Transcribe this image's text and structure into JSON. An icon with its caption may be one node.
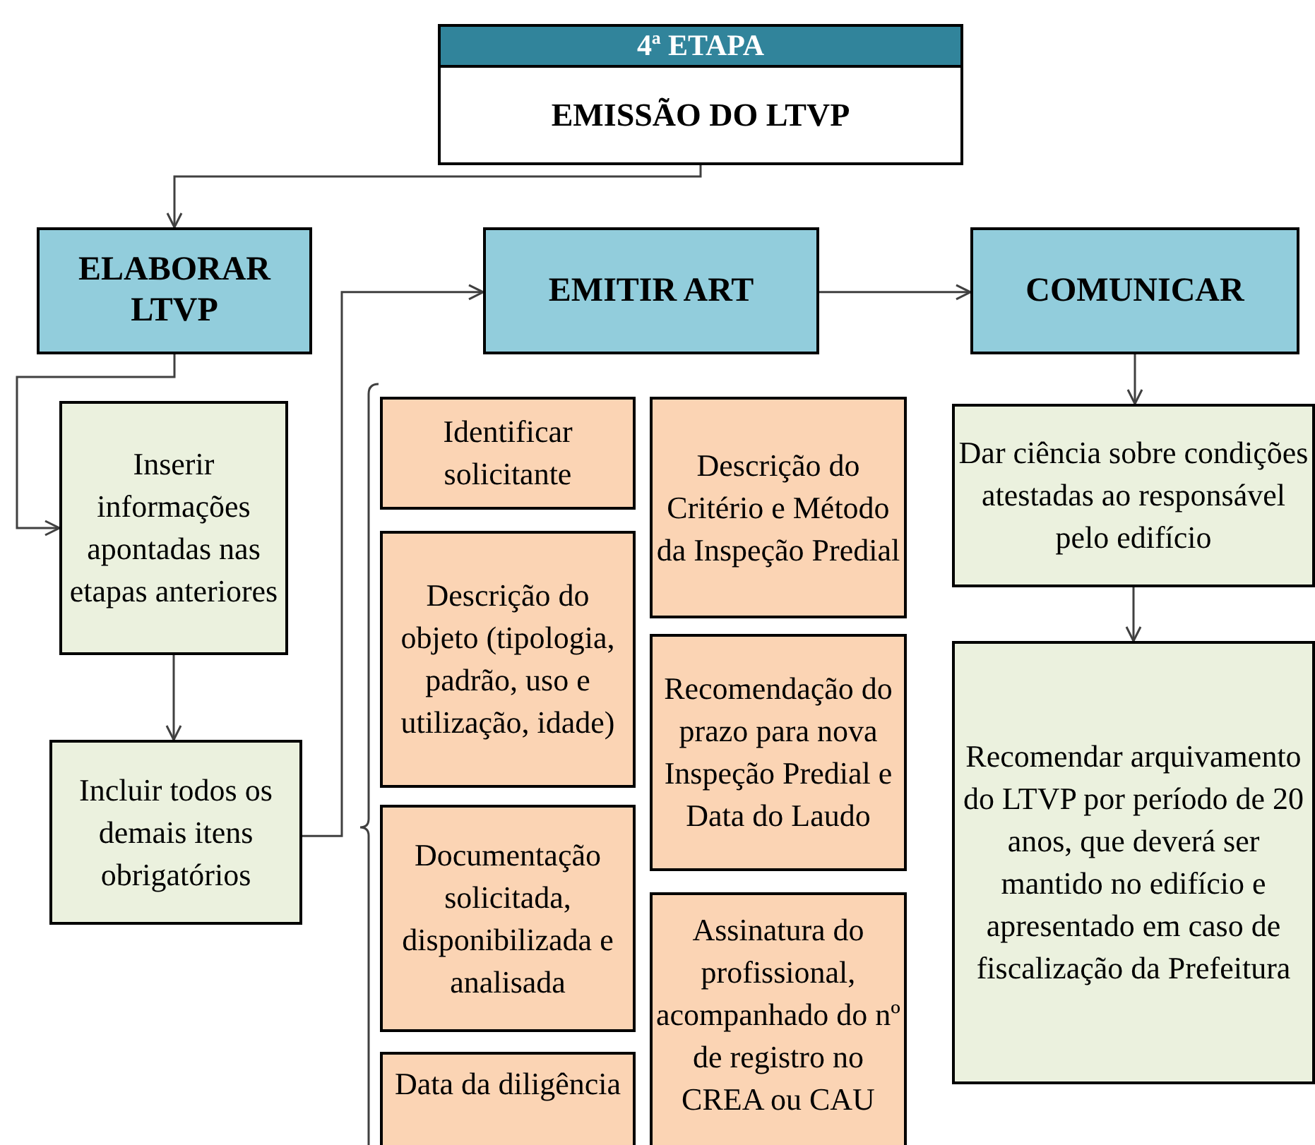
{
  "diagram": {
    "nodes": [
      {
        "text": [
          "4ª ETAPA",
          "EMISSÃO DO LTVP"
        ]
      },
      {
        "text": [
          "ELABORAR LTVP"
        ]
      },
      {
        "text": [
          "EMITIR ART"
        ]
      },
      {
        "text": [
          "COMUNICAR"
        ]
      },
      {
        "text": [
          "Inserir informações apontadas nas etapas anteriores"
        ]
      },
      {
        "text": [
          "Incluir todos os demais itens obrigatórios"
        ]
      },
      {
        "text": [
          "Identificar solicitante"
        ]
      },
      {
        "text": [
          "Descrição do objeto (tipologia, padrão, uso e utilização, idade)"
        ]
      },
      {
        "text": [
          "Documentação solicitada, disponibilizada e analisada"
        ]
      },
      {
        "text": [
          "Data da diligência"
        ]
      },
      {
        "text": [
          "Descrição do Critério e Método da Inspeção Predial"
        ]
      },
      {
        "text": [
          "Recomendação do prazo para nova Inspeção Predial e Data do Laudo"
        ]
      },
      {
        "text": [
          "Assinatura do profissional, acompanhado do nº de registro no CREA ou CAU"
        ]
      },
      {
        "text": [
          "Dar ciência sobre condições atestadas ao responsável pelo edifício"
        ]
      },
      {
        "text": [
          "Recomendar arquivamento do LTVP por período de 20 anos, que deverá ser mantido no edifício e apresentado em caso de fiscalização da Prefeitura"
        ]
      }
    ],
    "edges": [
      {
        "from": 0,
        "to": 1,
        "arrow": "to"
      },
      {
        "from": 1,
        "to": 4,
        "arrow": "to"
      },
      {
        "from": 4,
        "to": 5,
        "arrow": "to"
      },
      {
        "from": 5,
        "to": 2,
        "arrow": "to"
      },
      {
        "from": 2,
        "to": 3,
        "arrow": "to"
      },
      {
        "from": 3,
        "to": 13,
        "arrow": "to"
      },
      {
        "from": 13,
        "to": 14,
        "arrow": "to"
      }
    ]
  }
}
